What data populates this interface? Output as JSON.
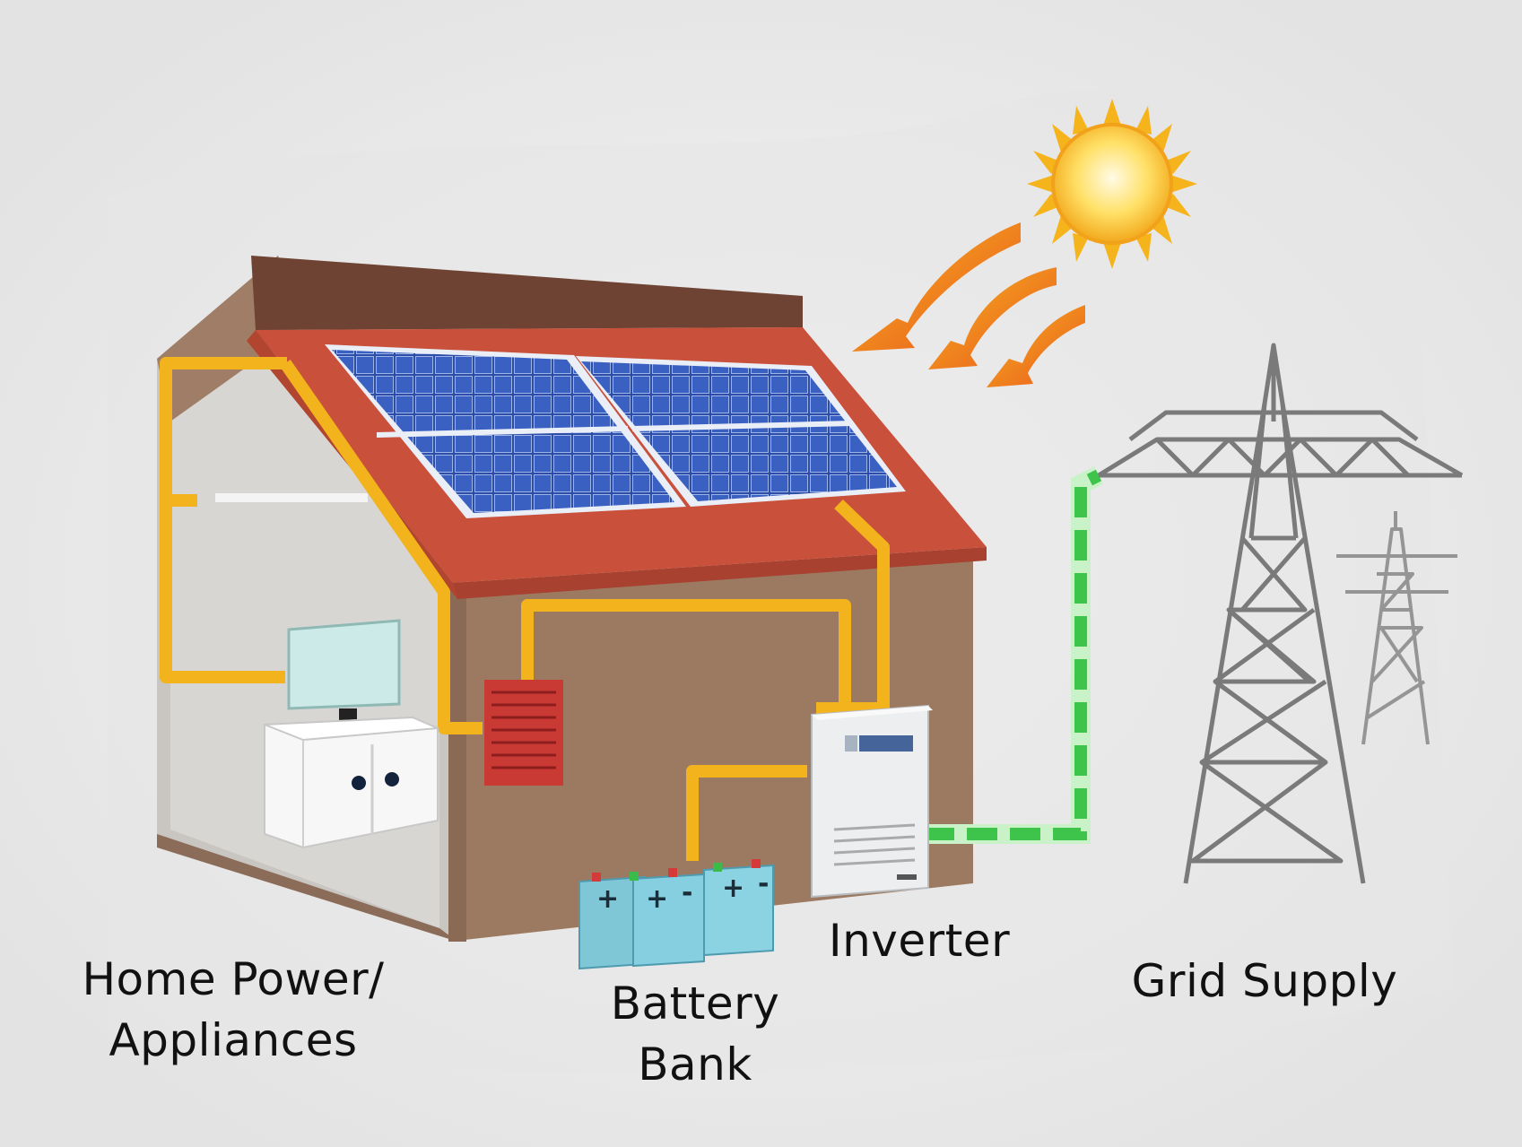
{
  "labels": {
    "home_line1": "Home  Power/",
    "home_line2": "Appliances",
    "battery_line1": "Battery",
    "battery_line2": "Bank",
    "inverter": "Inverter",
    "grid": "Grid Supply"
  },
  "battery_terminals": [
    "+",
    "+",
    "-",
    "+",
    "-"
  ],
  "colors": {
    "background": "#efefef",
    "house_wall": "#9c7a62",
    "roof": "#c9503a",
    "roof_ridge": "#6e4334",
    "solar_panel": "#2f4fa6",
    "dc_wiring": "#f2b31c",
    "grid_wiring": "#3ec44a",
    "sun": "#f7c51b",
    "sun_rays": "#f08a1c",
    "battery": "#7fc6d6",
    "tower": "#777777"
  },
  "icons": [
    "sun-icon",
    "solar-panel-icon",
    "battery-icon",
    "inverter-icon",
    "transmission-tower-icon",
    "cabinet-icon",
    "tv-icon",
    "breaker-box-icon"
  ]
}
